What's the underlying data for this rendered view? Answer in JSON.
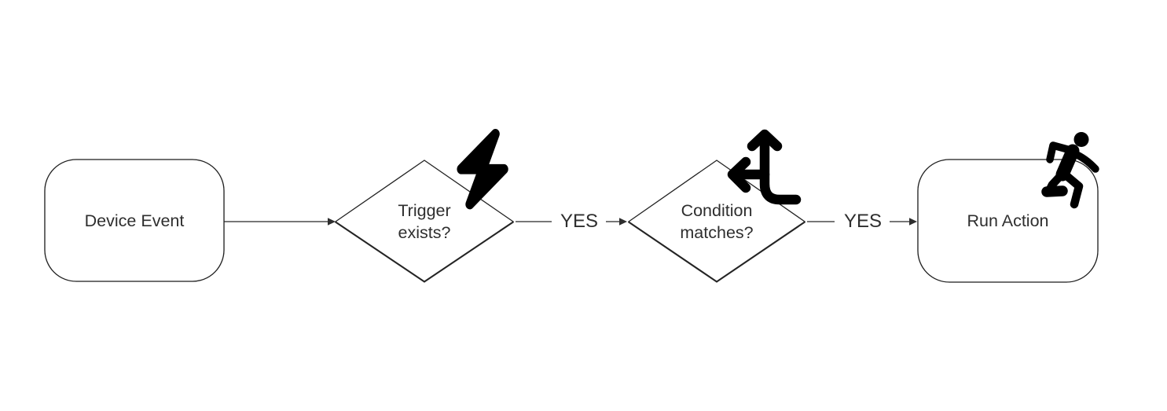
{
  "diagram": {
    "type": "flowchart",
    "nodes": [
      {
        "id": "device-event",
        "shape": "rounded-rectangle",
        "label": "Device Event",
        "icon": null
      },
      {
        "id": "trigger-exists",
        "shape": "decision-diamond",
        "label": "Trigger exists?",
        "icon": "lightning-bolt-icon"
      },
      {
        "id": "condition-matches",
        "shape": "decision-diamond",
        "label": "Condition matches?",
        "icon": "split-arrows-icon"
      },
      {
        "id": "run-action",
        "shape": "rounded-rectangle",
        "label": "Run Action",
        "icon": "person-running-icon"
      }
    ],
    "edges": [
      {
        "from": "device-event",
        "to": "trigger-exists",
        "label": ""
      },
      {
        "from": "trigger-exists",
        "to": "condition-matches",
        "label": "YES"
      },
      {
        "from": "condition-matches",
        "to": "run-action",
        "label": "YES"
      }
    ],
    "colors": {
      "background": "#ffffff",
      "shape_fill": "#ffffff",
      "shape_stroke": "#222222",
      "edge_line": "#4a4a4a",
      "text": "#2e2e2e",
      "icon": "#000000"
    }
  }
}
